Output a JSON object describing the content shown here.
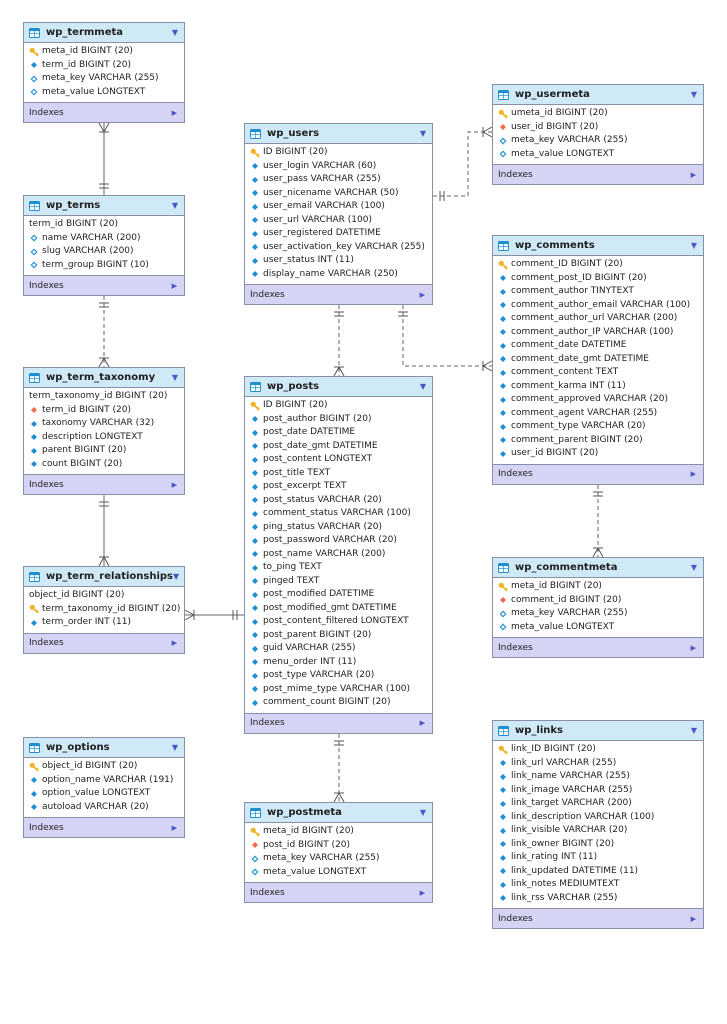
{
  "diagram": {
    "tables": [
      {
        "id": "wp_termmeta",
        "name": "wp_termmeta",
        "columns": [
          {
            "text": "meta_id BIGINT (20)",
            "marker": "key"
          },
          {
            "text": "term_id BIGINT (20)",
            "marker": "filled"
          },
          {
            "text": "meta_key VARCHAR (255)",
            "marker": "hollow"
          },
          {
            "text": "meta_value LONGTEXT",
            "marker": "hollow"
          }
        ],
        "indexes_label": "Indexes"
      },
      {
        "id": "wp_terms",
        "name": "wp_terms",
        "columns": [
          {
            "text": "term_id BIGINT (20)",
            "marker": "none"
          },
          {
            "text": "name VARCHAR (200)",
            "marker": "hollow"
          },
          {
            "text": "slug VARCHAR (200)",
            "marker": "hollow"
          },
          {
            "text": "term_group BIGINT (10)",
            "marker": "hollow"
          }
        ],
        "indexes_label": "Indexes"
      },
      {
        "id": "wp_term_taxonomy",
        "name": "wp_term_taxonomy",
        "columns": [
          {
            "text": "term_taxonomy_id BIGINT (20)",
            "marker": "none"
          },
          {
            "text": "term_id BIGINT (20)",
            "marker": "fk"
          },
          {
            "text": "taxonomy VARCHAR (32)",
            "marker": "filled"
          },
          {
            "text": "description LONGTEXT",
            "marker": "filled"
          },
          {
            "text": "parent BIGINT (20)",
            "marker": "filled"
          },
          {
            "text": "count BIGINT (20)",
            "marker": "filled"
          }
        ],
        "indexes_label": "Indexes"
      },
      {
        "id": "wp_term_relationships",
        "name": "wp_term_relationships",
        "columns": [
          {
            "text": "object_id BIGINT (20)",
            "marker": "none"
          },
          {
            "text": "term_taxonomy_id BIGINT (20)",
            "marker": "key"
          },
          {
            "text": "term_order INT (11)",
            "marker": "filled"
          }
        ],
        "indexes_label": "Indexes"
      },
      {
        "id": "wp_options",
        "name": "wp_options",
        "columns": [
          {
            "text": "object_id BIGINT (20)",
            "marker": "key"
          },
          {
            "text": "option_name VARCHAR (191)",
            "marker": "filled"
          },
          {
            "text": "option_value LONGTEXT",
            "marker": "filled"
          },
          {
            "text": "autoload VARCHAR (20)",
            "marker": "filled"
          }
        ],
        "indexes_label": "Indexes"
      },
      {
        "id": "wp_users",
        "name": "wp_users",
        "columns": [
          {
            "text": "ID BIGINT (20)",
            "marker": "key"
          },
          {
            "text": "user_login VARCHAR (60)",
            "marker": "filled"
          },
          {
            "text": "user_pass VARCHAR (255)",
            "marker": "filled"
          },
          {
            "text": "user_nicename VARCHAR (50)",
            "marker": "filled"
          },
          {
            "text": "user_email VARCHAR (100)",
            "marker": "filled"
          },
          {
            "text": "user_url VARCHAR (100)",
            "marker": "filled"
          },
          {
            "text": "user_registered DATETIME",
            "marker": "filled"
          },
          {
            "text": "user_activation_key VARCHAR (255)",
            "marker": "filled"
          },
          {
            "text": "user_status INT (11)",
            "marker": "filled"
          },
          {
            "text": "display_name VARCHAR (250)",
            "marker": "filled"
          }
        ],
        "indexes_label": "Indexes"
      },
      {
        "id": "wp_posts",
        "name": "wp_posts",
        "columns": [
          {
            "text": "ID BIGINT (20)",
            "marker": "key"
          },
          {
            "text": "post_author BIGINT (20)",
            "marker": "filled"
          },
          {
            "text": "post_date DATETIME",
            "marker": "filled"
          },
          {
            "text": "post_date_gmt DATETIME",
            "marker": "filled"
          },
          {
            "text": "post_content LONGTEXT",
            "marker": "filled"
          },
          {
            "text": "post_title TEXT",
            "marker": "filled"
          },
          {
            "text": "post_excerpt TEXT",
            "marker": "filled"
          },
          {
            "text": "post_status VARCHAR (20)",
            "marker": "filled"
          },
          {
            "text": "comment_status VARCHAR (100)",
            "marker": "filled"
          },
          {
            "text": "ping_status VARCHAR (20)",
            "marker": "filled"
          },
          {
            "text": "post_password VARCHAR (20)",
            "marker": "filled"
          },
          {
            "text": "post_name VARCHAR (200)",
            "marker": "filled"
          },
          {
            "text": "to_ping TEXT",
            "marker": "filled"
          },
          {
            "text": "pinged TEXT",
            "marker": "filled"
          },
          {
            "text": "post_modified DATETIME",
            "marker": "filled"
          },
          {
            "text": "post_modified_gmt DATETIME",
            "marker": "filled"
          },
          {
            "text": "post_content_filtered LONGTEXT",
            "marker": "filled"
          },
          {
            "text": "post_parent BIGINT (20)",
            "marker": "filled"
          },
          {
            "text": "guid VARCHAR (255)",
            "marker": "filled"
          },
          {
            "text": "menu_order INT (11)",
            "marker": "filled"
          },
          {
            "text": "post_type VARCHAR (20)",
            "marker": "filled"
          },
          {
            "text": "post_mime_type VARCHAR (100)",
            "marker": "filled"
          },
          {
            "text": "comment_count BIGINT (20)",
            "marker": "filled"
          }
        ],
        "indexes_label": "Indexes"
      },
      {
        "id": "wp_postmeta",
        "name": "wp_postmeta",
        "columns": [
          {
            "text": "meta_id BIGINT (20)",
            "marker": "key"
          },
          {
            "text": "post_id BIGINT (20)",
            "marker": "fk"
          },
          {
            "text": "meta_key VARCHAR (255)",
            "marker": "hollow"
          },
          {
            "text": "meta_value LONGTEXT",
            "marker": "hollow"
          }
        ],
        "indexes_label": "Indexes"
      },
      {
        "id": "wp_usermeta",
        "name": "wp_usermeta",
        "columns": [
          {
            "text": "umeta_id BIGINT (20)",
            "marker": "key"
          },
          {
            "text": "user_id BIGINT (20)",
            "marker": "fk"
          },
          {
            "text": "meta_key VARCHAR (255)",
            "marker": "hollow"
          },
          {
            "text": "meta_value LONGTEXT",
            "marker": "hollow"
          }
        ],
        "indexes_label": "Indexes"
      },
      {
        "id": "wp_comments",
        "name": "wp_comments",
        "columns": [
          {
            "text": "comment_ID BIGINT (20)",
            "marker": "key"
          },
          {
            "text": "comment_post_ID BIGINT (20)",
            "marker": "filled"
          },
          {
            "text": "comment_author TINYTEXT",
            "marker": "filled"
          },
          {
            "text": "comment_author_email VARCHAR (100)",
            "marker": "filled"
          },
          {
            "text": "comment_author_url VARCHAR (200)",
            "marker": "filled"
          },
          {
            "text": "comment_author_IP VARCHAR (100)",
            "marker": "filled"
          },
          {
            "text": "comment_date DATETIME",
            "marker": "filled"
          },
          {
            "text": "comment_date_gmt DATETIME",
            "marker": "filled"
          },
          {
            "text": "comment_content TEXT",
            "marker": "filled"
          },
          {
            "text": "comment_karma INT (11)",
            "marker": "filled"
          },
          {
            "text": "comment_approved VARCHAR (20)",
            "marker": "filled"
          },
          {
            "text": "comment_agent VARCHAR (255)",
            "marker": "filled"
          },
          {
            "text": "comment_type VARCHAR (20)",
            "marker": "filled"
          },
          {
            "text": "comment_parent BIGINT (20)",
            "marker": "filled"
          },
          {
            "text": "user_id BIGINT (20)",
            "marker": "filled"
          }
        ],
        "indexes_label": "Indexes"
      },
      {
        "id": "wp_commentmeta",
        "name": "wp_commentmeta",
        "columns": [
          {
            "text": "meta_id BIGINT (20)",
            "marker": "key"
          },
          {
            "text": "comment_id BIGINT (20)",
            "marker": "fk"
          },
          {
            "text": "meta_key VARCHAR (255)",
            "marker": "hollow"
          },
          {
            "text": "meta_value LONGTEXT",
            "marker": "hollow"
          }
        ],
        "indexes_label": "Indexes"
      },
      {
        "id": "wp_links",
        "name": "wp_links",
        "columns": [
          {
            "text": "link_ID BIGINT (20)",
            "marker": "key"
          },
          {
            "text": "link_url VARCHAR (255)",
            "marker": "filled"
          },
          {
            "text": "link_name VARCHAR (255)",
            "marker": "filled"
          },
          {
            "text": "link_image VARCHAR (255)",
            "marker": "filled"
          },
          {
            "text": "link_target VARCHAR (200)",
            "marker": "filled"
          },
          {
            "text": "link_description VARCHAR (100)",
            "marker": "filled"
          },
          {
            "text": "link_visible VARCHAR (20)",
            "marker": "filled"
          },
          {
            "text": "link_owner BIGINT (20)",
            "marker": "filled"
          },
          {
            "text": "link_rating INT (11)",
            "marker": "filled"
          },
          {
            "text": "link_updated DATETIME (11)",
            "marker": "filled"
          },
          {
            "text": "link_notes MEDIUMTEXT",
            "marker": "filled"
          },
          {
            "text": "link_rss VARCHAR (255)",
            "marker": "filled"
          }
        ],
        "indexes_label": "Indexes"
      }
    ],
    "relationships": [
      {
        "from": "wp_terms",
        "to": "wp_termmeta",
        "style": "solid",
        "cardinality": "one-to-many"
      },
      {
        "from": "wp_terms",
        "to": "wp_term_taxonomy",
        "style": "dashed",
        "cardinality": "one-to-many"
      },
      {
        "from": "wp_term_taxonomy",
        "to": "wp_term_relationships",
        "style": "solid",
        "cardinality": "one-to-many"
      },
      {
        "from": "wp_posts",
        "to": "wp_term_relationships",
        "style": "solid",
        "cardinality": "one-to-many"
      },
      {
        "from": "wp_users",
        "to": "wp_usermeta",
        "style": "dashed",
        "cardinality": "one-to-many"
      },
      {
        "from": "wp_users",
        "to": "wp_posts",
        "style": "dashed",
        "cardinality": "one-to-many"
      },
      {
        "from": "wp_users",
        "to": "wp_comments",
        "style": "dashed",
        "cardinality": "one-to-many"
      },
      {
        "from": "wp_posts",
        "to": "wp_postmeta",
        "style": "dashed",
        "cardinality": "one-to-many"
      },
      {
        "from": "wp_comments",
        "to": "wp_commentmeta",
        "style": "dashed",
        "cardinality": "one-to-many"
      }
    ],
    "colors": {
      "header_bg": "#cfe9f7",
      "indexes_bg": "#d6d4f4",
      "border": "#8a8fa8",
      "accent": "#4a56c8",
      "key": "#f0b429",
      "column_marker": "#1f8fd1",
      "foreign_marker": "#ef6c4a"
    },
    "icons": {
      "table": "table-icon",
      "key": "key-icon",
      "menu": "chevron-down-icon",
      "expand": "triangle-right-icon"
    }
  }
}
